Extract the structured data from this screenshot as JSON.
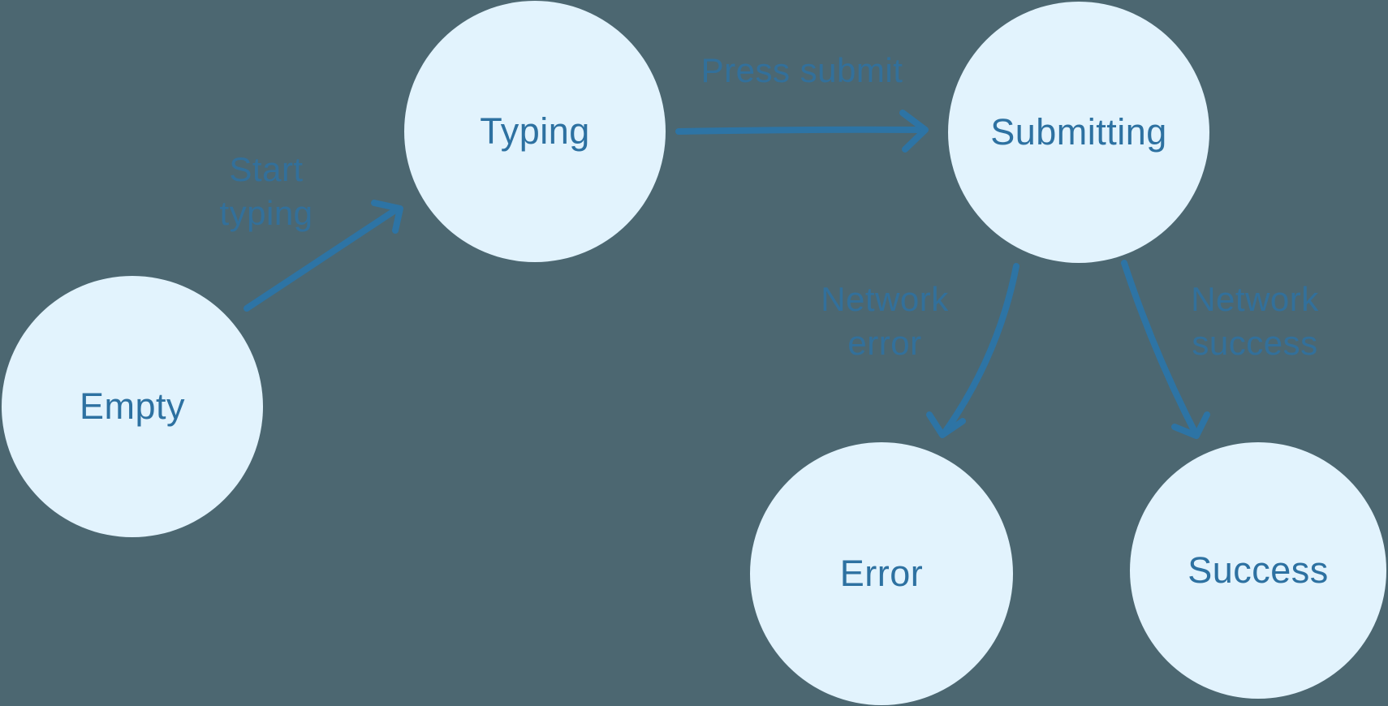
{
  "diagram": {
    "title": "form submission state machine",
    "colors": {
      "background": "#4c6771",
      "node_fill": "#e2f3fd",
      "node_text": "#2d71a1",
      "arrow": "#2d74a5",
      "edge_label_text": "#30719f"
    },
    "states": [
      {
        "id": "empty",
        "label": "Empty"
      },
      {
        "id": "typing",
        "label": "Typing"
      },
      {
        "id": "submitting",
        "label": "Submitting"
      },
      {
        "id": "error",
        "label": "Error"
      },
      {
        "id": "success",
        "label": "Success"
      }
    ],
    "transitions": [
      {
        "from": "empty",
        "to": "typing",
        "label": "Start typing",
        "line1": "Start",
        "line2": "typing"
      },
      {
        "from": "typing",
        "to": "submitting",
        "label": "Press submit",
        "line1": "Press submit",
        "line2": ""
      },
      {
        "from": "submitting",
        "to": "error",
        "label": "Network error",
        "line1": "Network",
        "line2": "error"
      },
      {
        "from": "submitting",
        "to": "success",
        "label": "Network success",
        "line1": "Network",
        "line2": "success"
      }
    ]
  }
}
